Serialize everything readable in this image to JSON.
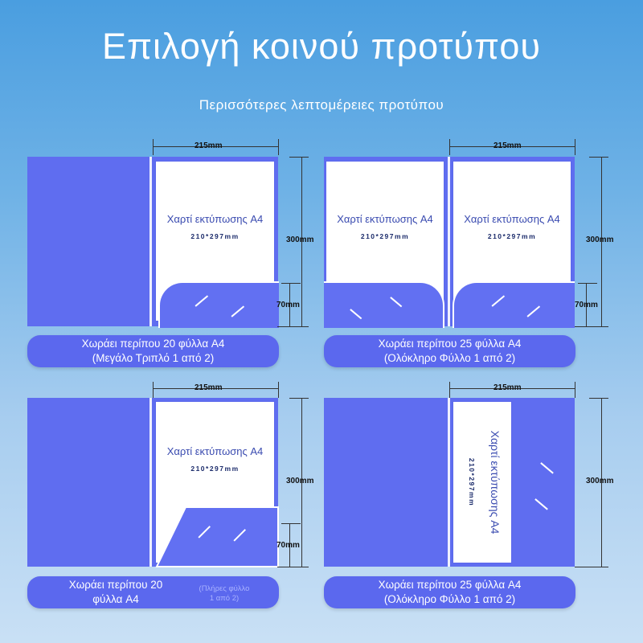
{
  "header": {
    "title": "Επιλογή κοινού προτύπου",
    "subtitle": "Περισσότερες λεπτομέρειες προτύπου"
  },
  "colors": {
    "folder": "#5f6df0",
    "pill": "#5b68ee",
    "background_top": "#4a9ee0",
    "background_bottom": "#c9e0f5"
  },
  "dimensions": {
    "width": "215mm",
    "height": "300mm",
    "pocket": "70mm"
  },
  "paper": {
    "label": "Χαρτί εκτύπωσης A4",
    "size": "210*297mm"
  },
  "panels": [
    {
      "caption_line1": "Χωράει περίπου 20 φύλλα A4",
      "caption_line2": "(Μεγάλο Τριπλό 1 από 2)"
    },
    {
      "caption_line1": "Χωράει περίπου 25 φύλλα A4",
      "caption_line2": "(Ολόκληρο Φύλλο 1 από 2)"
    },
    {
      "caption_line1": "Χωράει περίπου 20",
      "caption_line2": "φύλλα A4",
      "caption_side_line1": "(Πλήρες φύλλο",
      "caption_side_line2": "1 από 2)"
    },
    {
      "caption_line1": "Χωράει περίπου 25 φύλλα A4",
      "caption_line2": "(Ολόκληρο Φύλλο 1 από 2)"
    }
  ]
}
